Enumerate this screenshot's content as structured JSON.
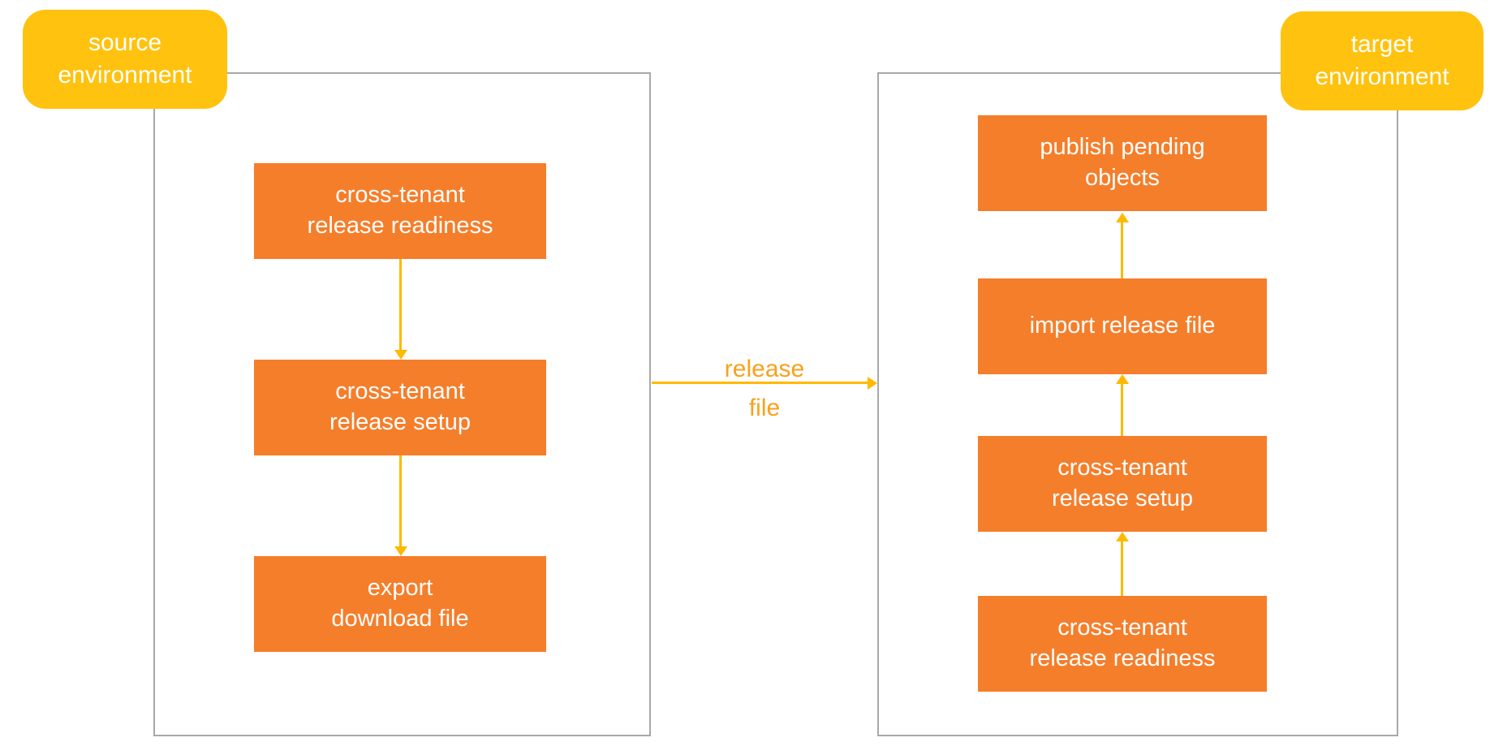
{
  "colors": {
    "step_orange": "#f57e2b",
    "label_yellow": "#ffc20e",
    "arrow_yellow": "#ffb900",
    "transfer_text": "#f9a11b",
    "container_border_gray": "#a8a8a8",
    "step_text": "#ffffff"
  },
  "source_environment": {
    "label": "source\nenvironment",
    "steps": [
      {
        "label": "cross-tenant\nrelease readiness"
      },
      {
        "label": "cross-tenant\nrelease setup"
      },
      {
        "label": "export\ndownload file"
      }
    ]
  },
  "transfer": {
    "label": "release\nfile"
  },
  "target_environment": {
    "label": "target\nenvironment",
    "steps": [
      {
        "label": "publish pending\nobjects"
      },
      {
        "label": "import release file"
      },
      {
        "label": "cross-tenant\nrelease setup"
      },
      {
        "label": "cross-tenant\nrelease readiness"
      }
    ]
  }
}
